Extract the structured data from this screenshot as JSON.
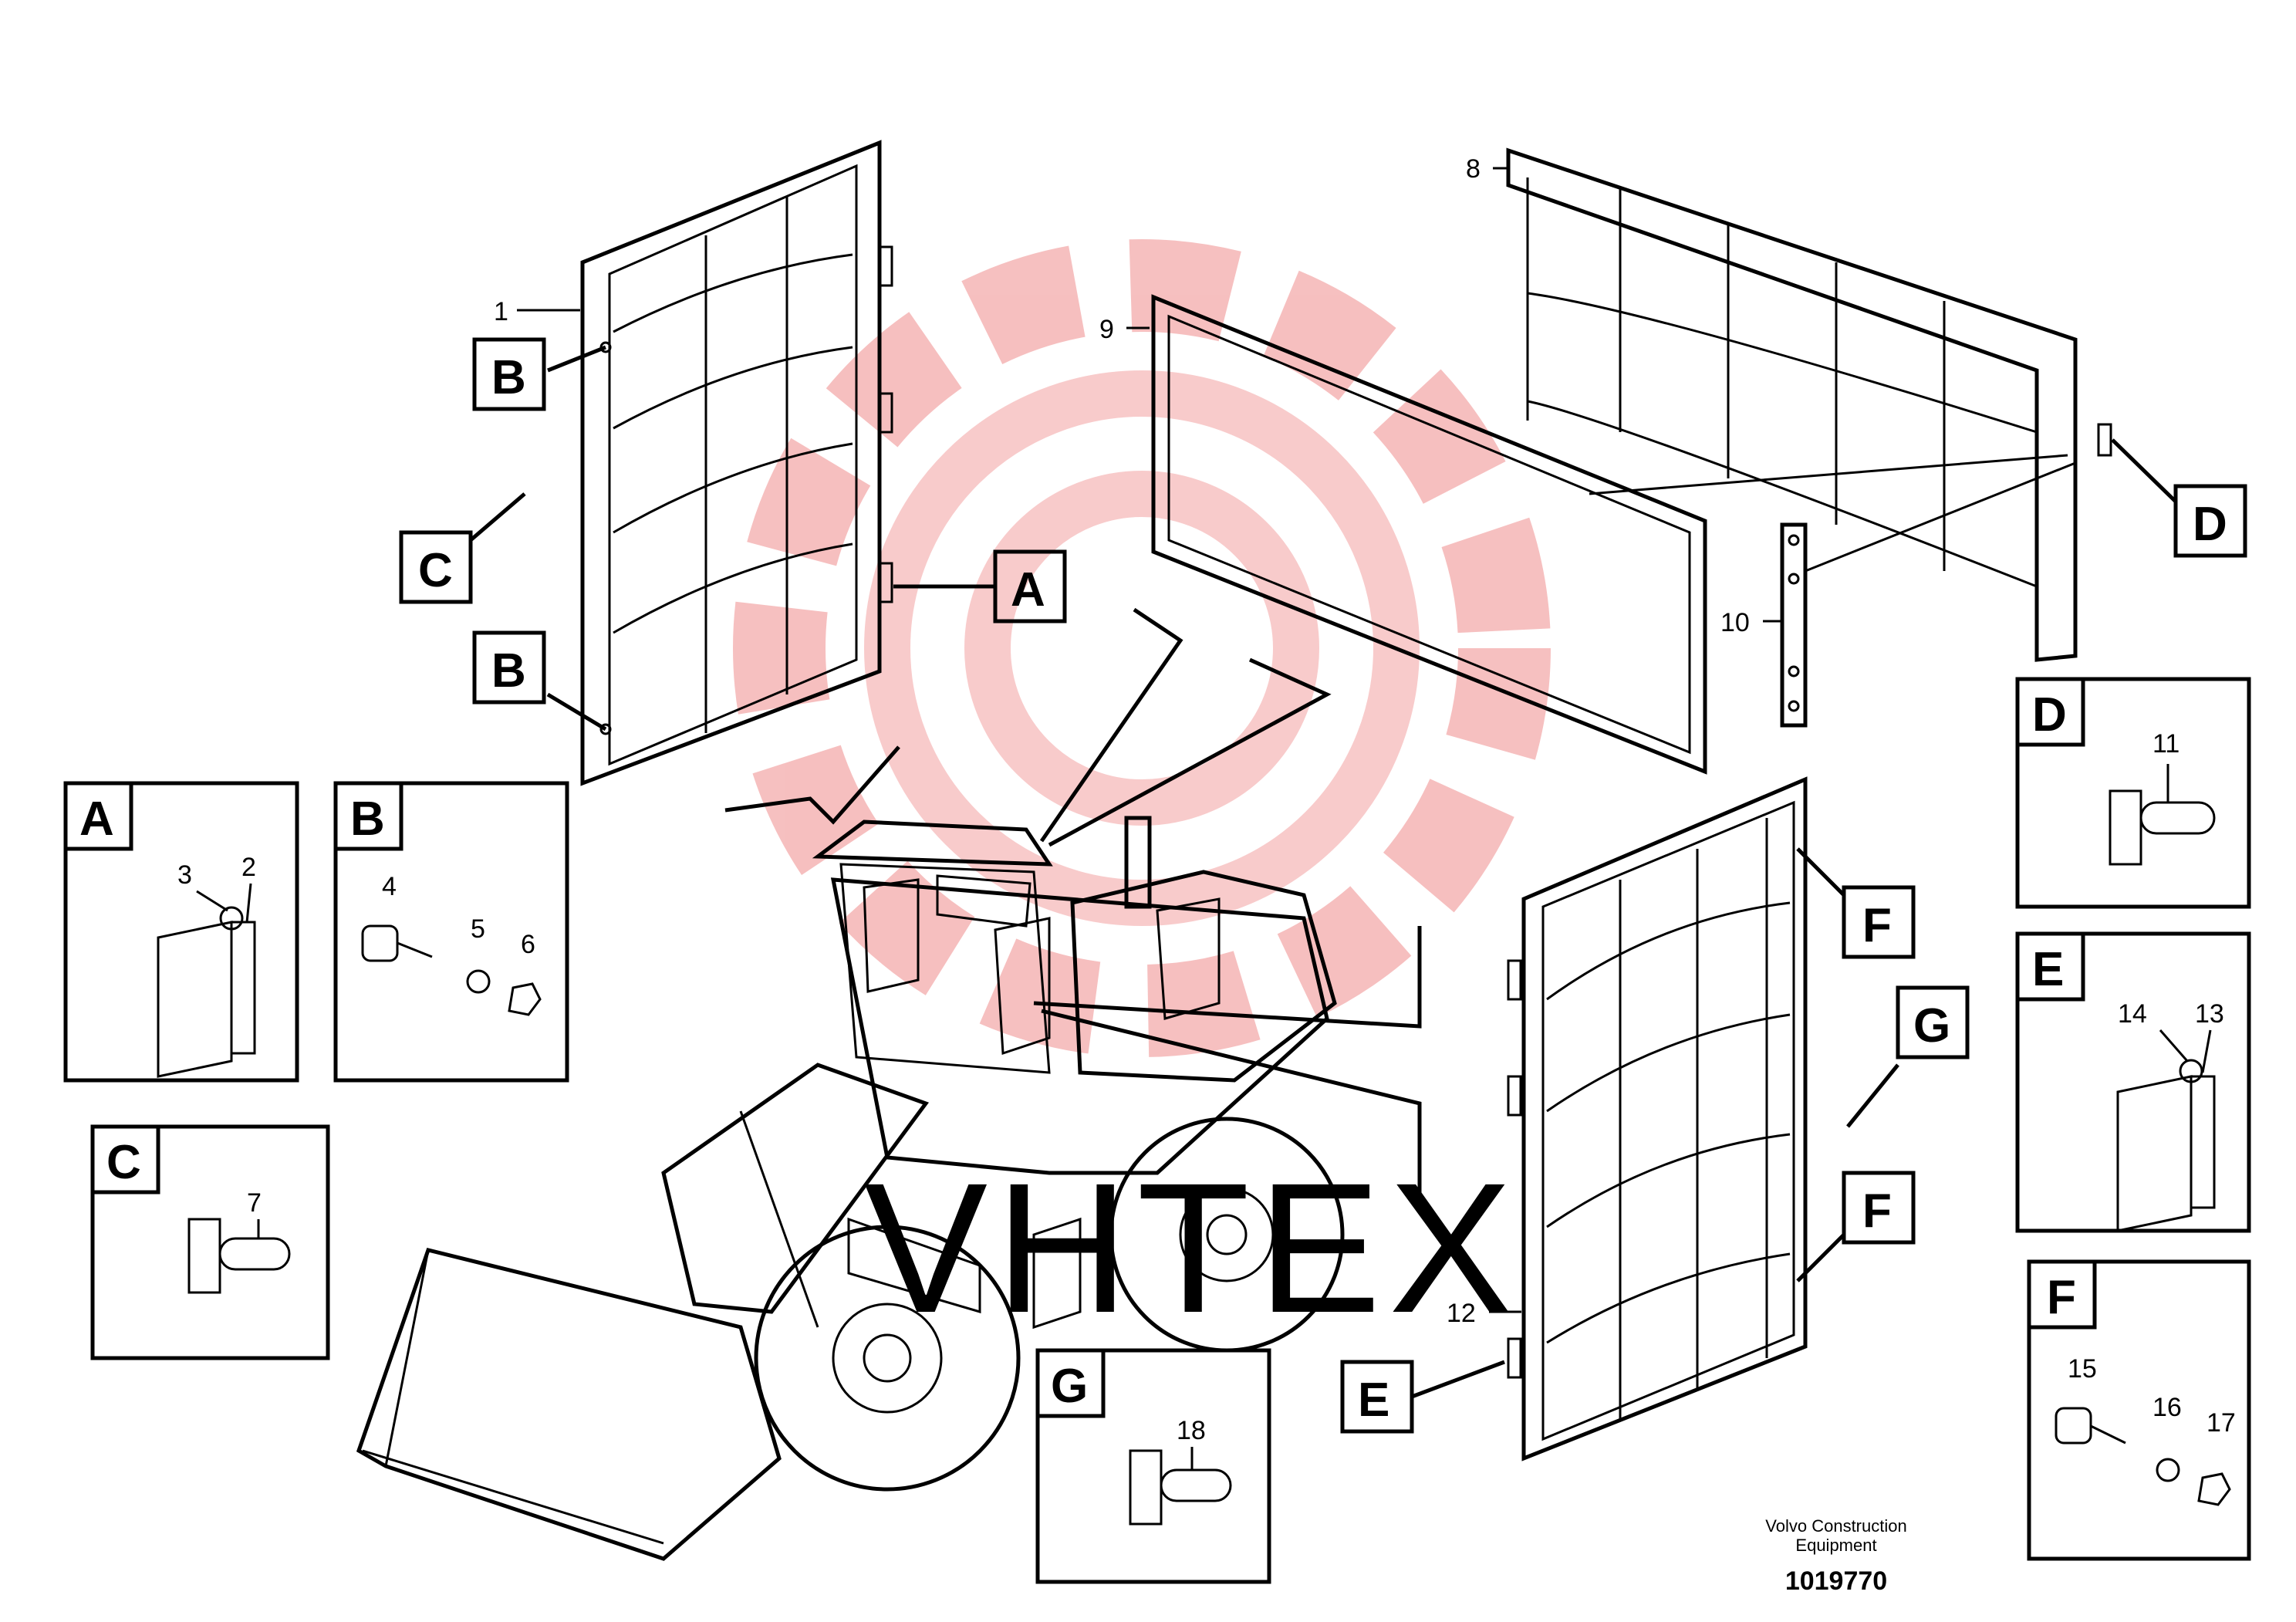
{
  "watermark": {
    "text": "VHTEX",
    "gear_color": "#f5b5b5",
    "text_color": "#e2e2e2"
  },
  "callouts": {
    "n1": "1",
    "n2": "2",
    "n3": "3",
    "n4": "4",
    "n5": "5",
    "n6": "6",
    "n7": "7",
    "n8": "8",
    "n9": "9",
    "n10": "10",
    "n11": "11",
    "n12": "12",
    "n13": "13",
    "n14": "14",
    "n15": "15",
    "n16": "16",
    "n17": "17",
    "n18": "18"
  },
  "letter_tags": {
    "A": "A",
    "B": "B",
    "C": "C",
    "D": "D",
    "E": "E",
    "F": "F",
    "G": "G"
  },
  "insets": {
    "A": "A",
    "B": "B",
    "C": "C",
    "D": "D",
    "E": "E",
    "F": "F",
    "G": "G"
  },
  "footer": {
    "company_line1": "Volvo Construction",
    "company_line2": "Equipment",
    "drawing_number": "1019770"
  }
}
